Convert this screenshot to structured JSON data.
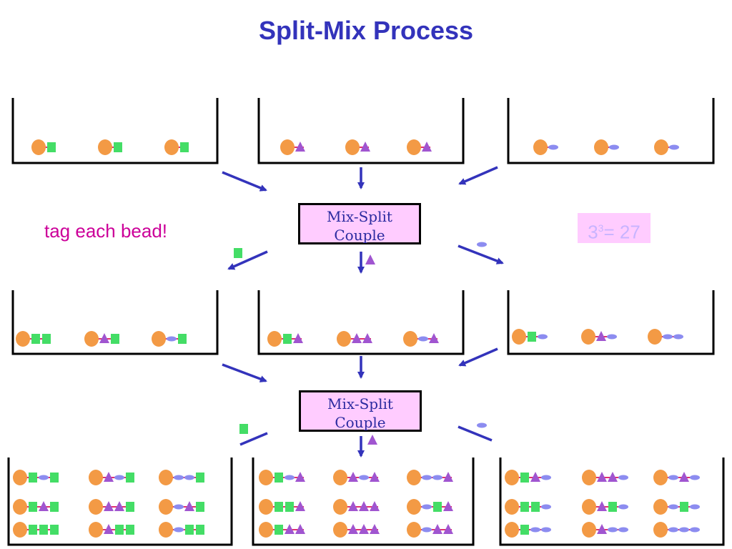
{
  "title": "Split-Mix Process",
  "note": "tag each bead!",
  "count": {
    "base": "3",
    "exponent": "3",
    "result": "= 27"
  },
  "mix_box": {
    "line1": "Mix-Split",
    "line2": "Couple"
  },
  "colors": {
    "title": "#3333bb",
    "note": "#cc0099",
    "arrow": "#3333bb",
    "box_fill": "#ffccff",
    "bead": "#f39a45",
    "linker": "#e03070",
    "square": "#44dd66",
    "triangle": "#a055d0",
    "oval": "#8c8cf0"
  },
  "monomers": [
    "square",
    "triangle",
    "oval"
  ],
  "stage1": [
    [
      "square",
      "square",
      "square"
    ],
    [
      "triangle",
      "triangle",
      "triangle"
    ],
    [
      "oval",
      "oval",
      "oval"
    ]
  ],
  "stage2": [
    [
      [
        "square",
        "square"
      ],
      [
        "triangle",
        "square"
      ],
      [
        "oval",
        "square"
      ]
    ],
    [
      [
        "square",
        "triangle"
      ],
      [
        "triangle",
        "triangle"
      ],
      [
        "oval",
        "triangle"
      ]
    ],
    [
      [
        "square",
        "oval"
      ],
      [
        "triangle",
        "oval"
      ],
      [
        "oval",
        "oval"
      ]
    ]
  ],
  "stage3": [
    [
      [
        [
          "square",
          "oval",
          "square"
        ],
        [
          "triangle",
          "oval",
          "square"
        ],
        [
          "oval",
          "oval",
          "square"
        ]
      ],
      [
        [
          "square",
          "triangle",
          "square"
        ],
        [
          "triangle",
          "triangle",
          "square"
        ],
        [
          "oval",
          "triangle",
          "square"
        ]
      ],
      [
        [
          "square",
          "square",
          "square"
        ],
        [
          "triangle",
          "square",
          "square"
        ],
        [
          "oval",
          "square",
          "square"
        ]
      ]
    ],
    [
      [
        [
          "square",
          "oval",
          "triangle"
        ],
        [
          "triangle",
          "oval",
          "triangle"
        ],
        [
          "oval",
          "oval",
          "triangle"
        ]
      ],
      [
        [
          "square",
          "square",
          "triangle"
        ],
        [
          "triangle",
          "triangle",
          "triangle"
        ],
        [
          "oval",
          "square",
          "triangle"
        ]
      ],
      [
        [
          "square",
          "triangle",
          "triangle"
        ],
        [
          "triangle",
          "triangle",
          "triangle"
        ],
        [
          "oval",
          "triangle",
          "triangle"
        ]
      ]
    ],
    [
      [
        [
          "square",
          "triangle",
          "oval"
        ],
        [
          "triangle",
          "triangle",
          "oval"
        ],
        [
          "oval",
          "triangle",
          "oval"
        ]
      ],
      [
        [
          "square",
          "square",
          "oval"
        ],
        [
          "triangle",
          "square",
          "oval"
        ],
        [
          "oval",
          "square",
          "oval"
        ]
      ],
      [
        [
          "square",
          "oval",
          "oval"
        ],
        [
          "triangle",
          "oval",
          "oval"
        ],
        [
          "oval",
          "oval",
          "oval"
        ]
      ]
    ]
  ]
}
